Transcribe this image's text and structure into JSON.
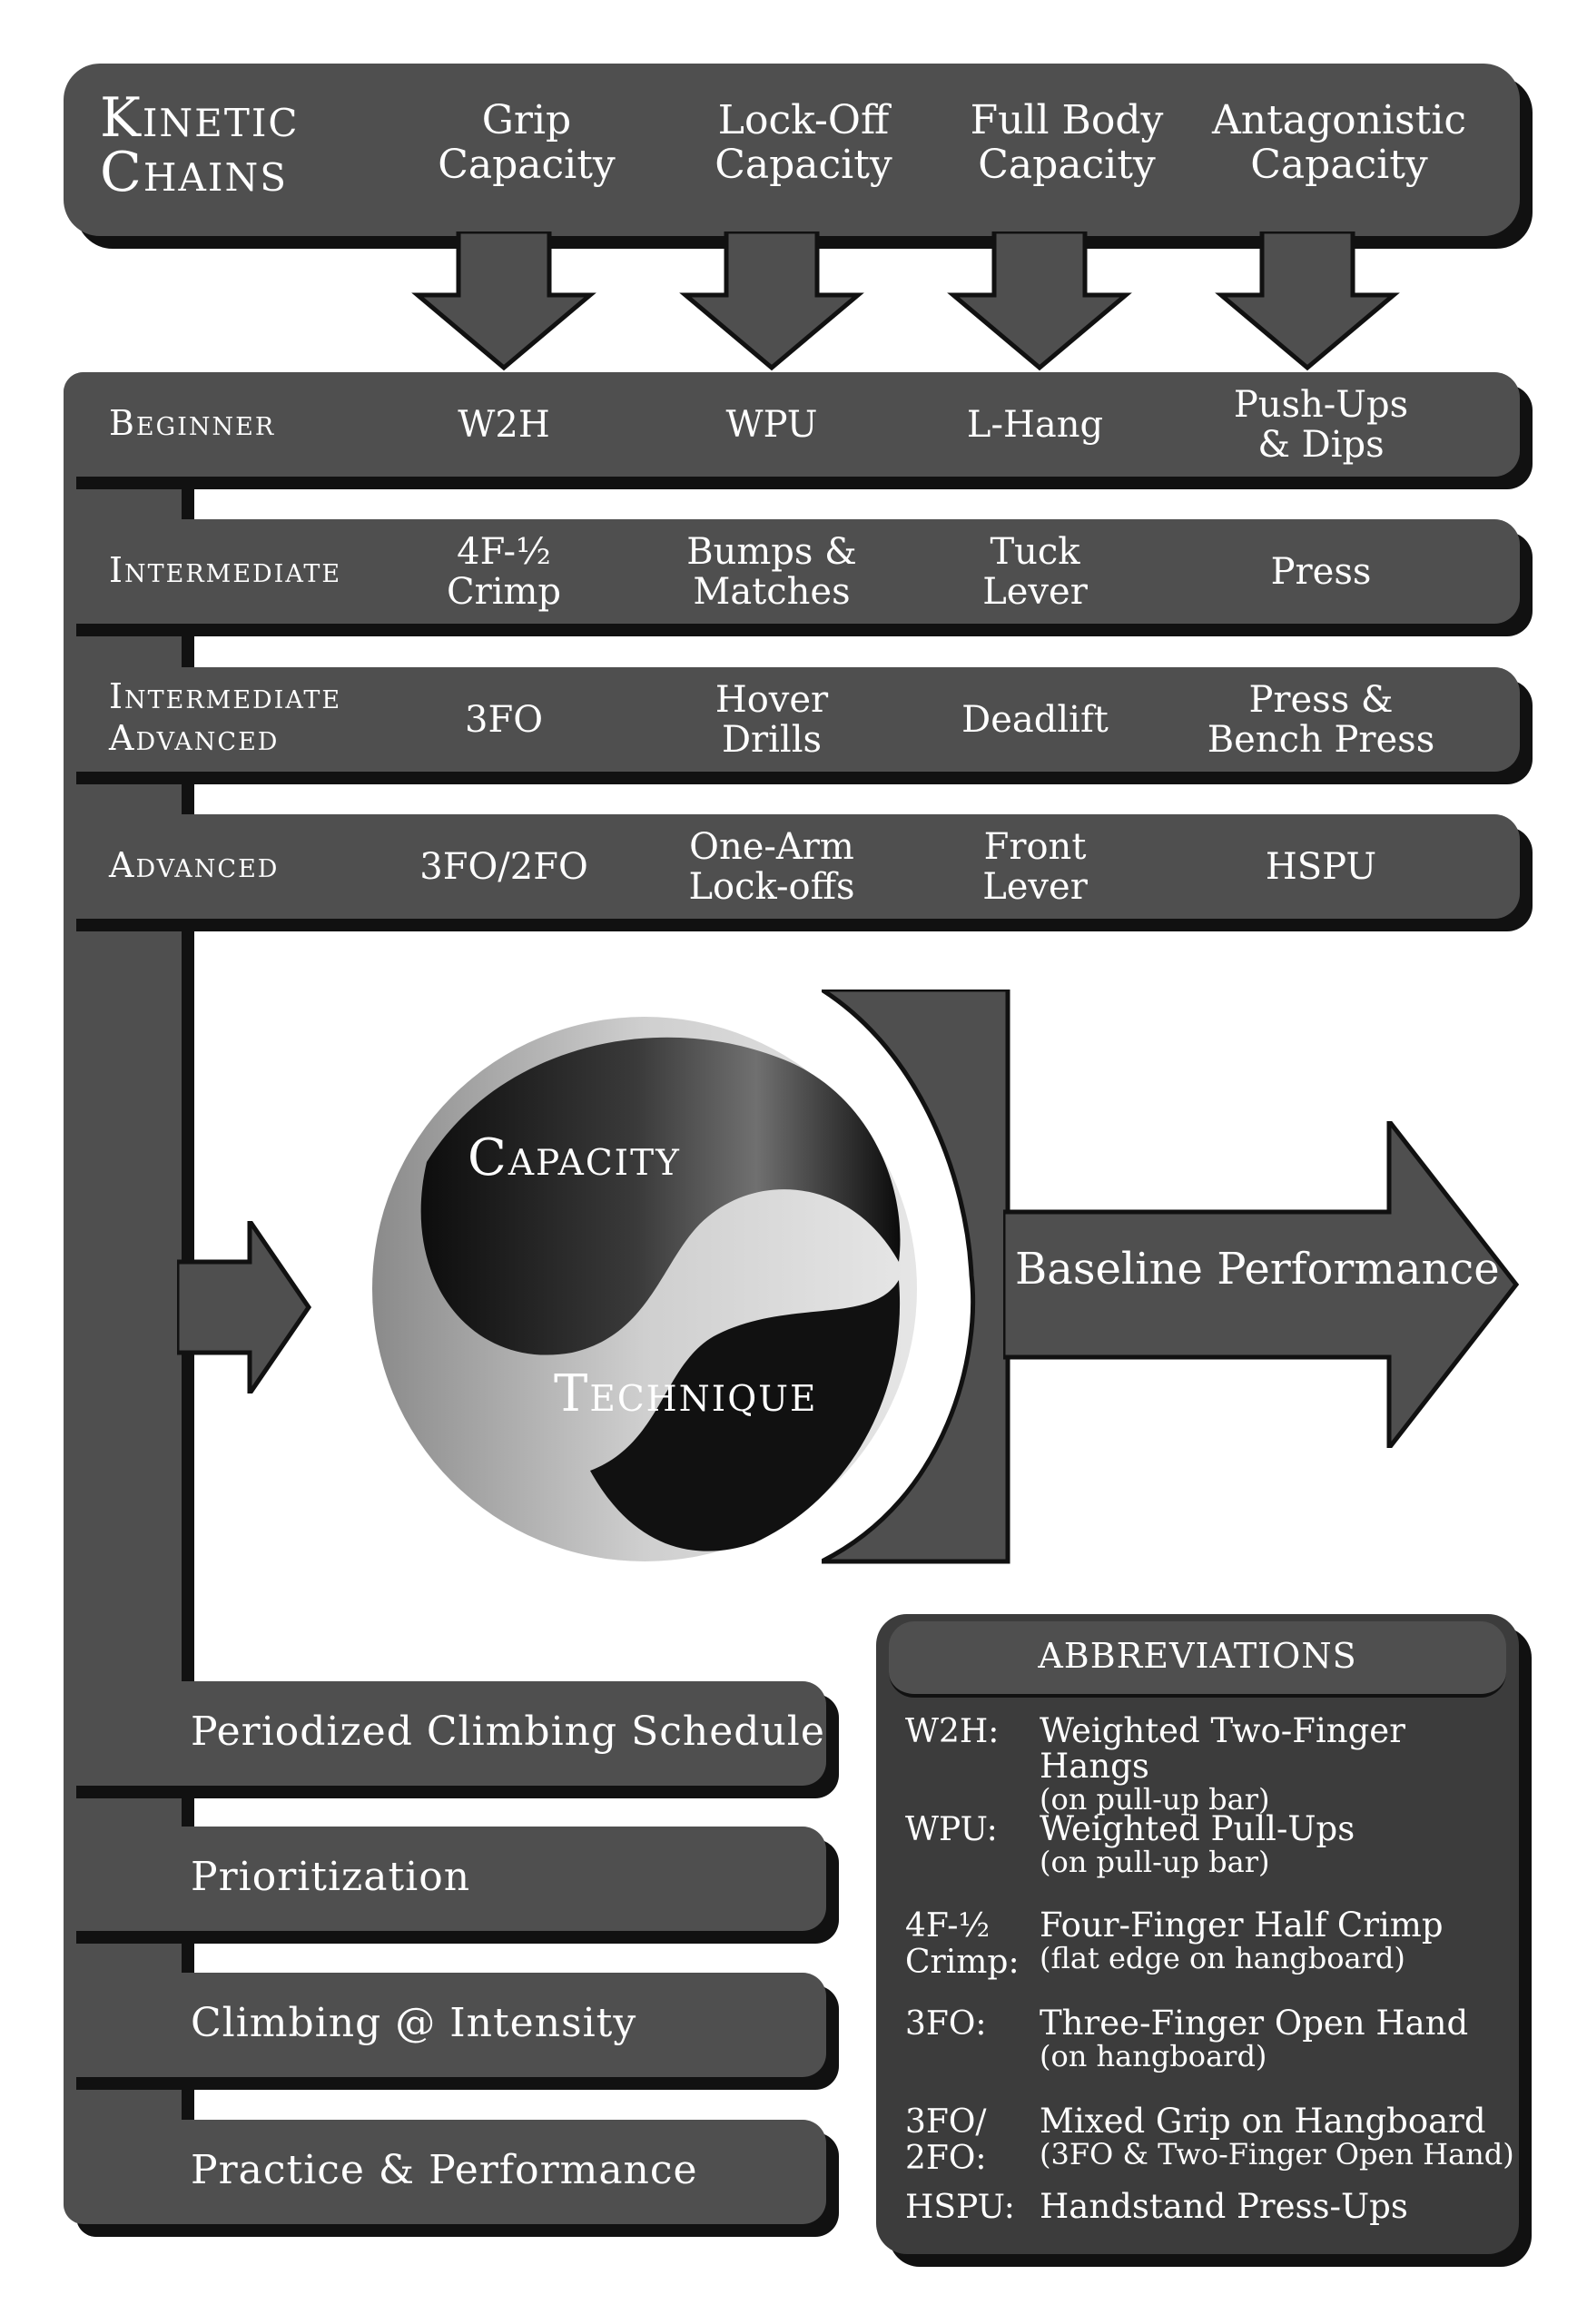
{
  "header": {
    "title_line1": "Kinetic",
    "title_line2": "Chains",
    "chains": [
      {
        "line1": "Grip",
        "line2": "Capacity"
      },
      {
        "line1": "Lock-Off",
        "line2": "Capacity"
      },
      {
        "line1": "Full Body",
        "line2": "Capacity"
      },
      {
        "line1": "Antagonistic",
        "line2": "Capacity"
      }
    ]
  },
  "levels": [
    {
      "name_line1": "Beginner",
      "name_line2": "",
      "cells": [
        [
          "W2H"
        ],
        [
          "WPU"
        ],
        [
          "L-Hang"
        ],
        [
          "Push-Ups",
          "& Dips"
        ]
      ]
    },
    {
      "name_line1": "Intermediate",
      "name_line2": "",
      "cells": [
        [
          "4F-½",
          "Crimp"
        ],
        [
          "Bumps &",
          "Matches"
        ],
        [
          "Tuck",
          "Lever"
        ],
        [
          "Press"
        ]
      ]
    },
    {
      "name_line1": "Intermediate",
      "name_line2": "Advanced",
      "cells": [
        [
          "3FO"
        ],
        [
          "Hover",
          "Drills"
        ],
        [
          "Deadlift"
        ],
        [
          "Press &",
          "Bench Press"
        ]
      ]
    },
    {
      "name_line1": "Advanced",
      "name_line2": "",
      "cells": [
        [
          "3FO/2FO"
        ],
        [
          "One-Arm",
          "Lock-offs"
        ],
        [
          "Front",
          "Lever"
        ],
        [
          "HSPU"
        ]
      ]
    }
  ],
  "yin_yang": {
    "top": "Capacity",
    "bottom": "Technique"
  },
  "outcome": "Baseline Performance",
  "process": [
    "Periodized Climbing Schedule",
    "Prioritization",
    "Climbing @ Intensity",
    "Practice & Performance"
  ],
  "abbreviations": {
    "title": "ABBREVIATIONS",
    "items": [
      {
        "term_line1": "W2H:",
        "term_line2": "",
        "def": "Weighted Two-Finger Hangs",
        "note": "(on pull-up bar)"
      },
      {
        "term_line1": "WPU:",
        "term_line2": "",
        "def": "Weighted Pull-Ups",
        "note": "(on pull-up bar)"
      },
      {
        "term_line1": "4F-½",
        "term_line2": "Crimp:",
        "def": "Four-Finger Half Crimp",
        "note": "(flat edge on hangboard)"
      },
      {
        "term_line1": "3FO:",
        "term_line2": "",
        "def": "Three-Finger Open Hand",
        "note": "(on hangboard)"
      },
      {
        "term_line1": "3FO/",
        "term_line2": "2FO:",
        "def": "Mixed Grip on Hangboard",
        "note": "(3FO & Two-Finger Open Hand)"
      },
      {
        "term_line1": "HSPU:",
        "term_line2": "",
        "def": "Handstand Press-Ups",
        "note": ""
      }
    ]
  },
  "colors": {
    "panel": "#4f4f4f",
    "shadow": "#111111",
    "text": "#ffffff"
  }
}
